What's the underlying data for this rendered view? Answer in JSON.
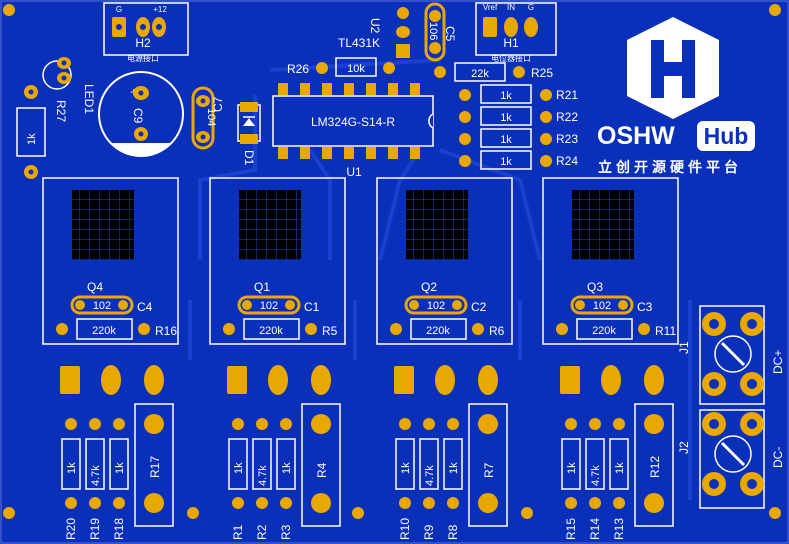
{
  "board": {
    "brand": "OSHW",
    "brand_hub": "Hub",
    "brand_cn": "立创开源硬件平台",
    "ic_name": "LM324G-S14-R",
    "ic_ref": "U1",
    "ref_u2": "U2",
    "tl431": "TL431K",
    "h2": {
      "ref": "H2",
      "pin_g": "G",
      "pin_12": "+12",
      "sub": "电源接口"
    },
    "h1": {
      "ref": "H1",
      "pin_vref": "Vref",
      "pin_in": "IN",
      "pin_g": "G",
      "sub": "电位器接口"
    },
    "j1": {
      "ref": "J1",
      "net": "DC+"
    },
    "j2": {
      "ref": "J2",
      "net": "DC-"
    },
    "top_parts": {
      "c9": "C9",
      "c7": "C7",
      "c7_val": "104",
      "c5": "C5",
      "c5_val": "106",
      "d1": "D1",
      "led1": "LED1",
      "r27": "R27",
      "r27_val": "1k",
      "r26": "R26",
      "r26_val": "10k",
      "r25": "R25",
      "r25_val": "22k",
      "r21": "R21",
      "r22": "R22",
      "r23": "R23",
      "r24": "R24",
      "rval": "1k"
    },
    "channels": [
      {
        "q": "Q4",
        "cap": "C4",
        "cap_val": "102",
        "rbig": "R16",
        "rbig_val": "220k",
        "rsense": "R17",
        "ra": "R20",
        "rb": "R19",
        "rc": "R18",
        "va": "1k",
        "vb": "4.7k",
        "vc": "1k"
      },
      {
        "q": "Q1",
        "cap": "C1",
        "cap_val": "102",
        "rbig": "R5",
        "rbig_val": "220k",
        "rsense": "R4",
        "ra": "R1",
        "rb": "R2",
        "rc": "R3",
        "va": "1k",
        "vb": "4.7k",
        "vc": "1k"
      },
      {
        "q": "Q2",
        "cap": "C2",
        "cap_val": "102",
        "rbig": "R6",
        "rbig_val": "220k",
        "rsense": "R7",
        "ra": "R10",
        "rb": "R9",
        "rc": "R8",
        "va": "1k",
        "vb": "4.7k",
        "vc": "1k"
      },
      {
        "q": "Q3",
        "cap": "C3",
        "cap_val": "102",
        "rbig": "R11",
        "rbig_val": "220k",
        "rsense": "R12",
        "ra": "R15",
        "rb": "R14",
        "rc": "R13",
        "va": "1k",
        "vb": "4.7k",
        "vc": "1k"
      }
    ]
  }
}
